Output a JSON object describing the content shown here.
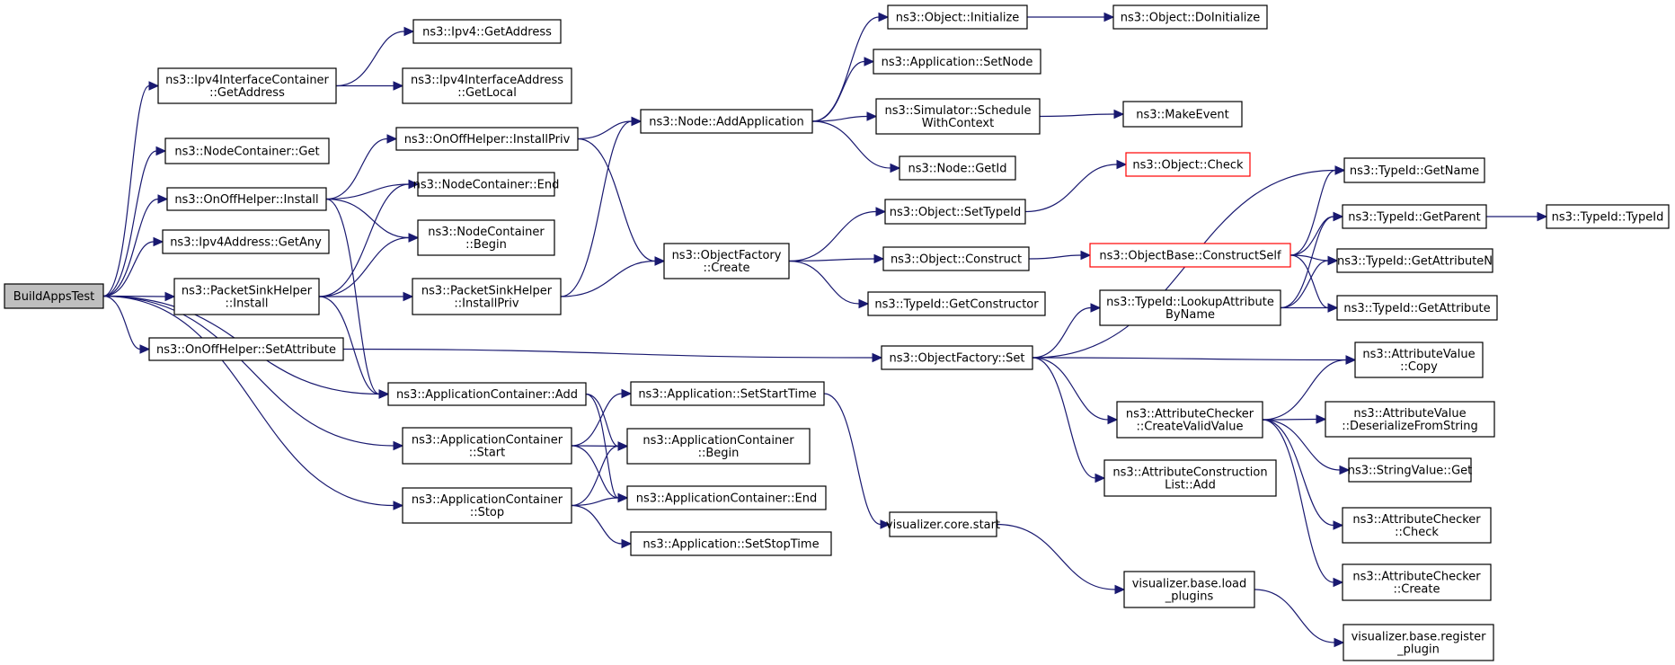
{
  "nodes": [
    {
      "id": "n0",
      "lines": [
        "BuildAppsTest"
      ],
      "style": "root"
    },
    {
      "id": "n1",
      "lines": [
        "ns3::Ipv4InterfaceContainer",
        "::GetAddress"
      ]
    },
    {
      "id": "n2",
      "lines": [
        "ns3::NodeContainer::Get"
      ]
    },
    {
      "id": "n3",
      "lines": [
        "ns3::OnOffHelper::Install"
      ]
    },
    {
      "id": "n4",
      "lines": [
        "ns3::Ipv4Address::GetAny"
      ]
    },
    {
      "id": "n5",
      "lines": [
        "ns3::PacketSinkHelper",
        "::Install"
      ]
    },
    {
      "id": "n6",
      "lines": [
        "ns3::OnOffHelper::SetAttribute"
      ]
    },
    {
      "id": "n7",
      "lines": [
        "ns3::ApplicationContainer::Add"
      ]
    },
    {
      "id": "n8",
      "lines": [
        "ns3::ApplicationContainer",
        "::Start"
      ]
    },
    {
      "id": "n9",
      "lines": [
        "ns3::ApplicationContainer",
        "::Stop"
      ]
    },
    {
      "id": "n10",
      "lines": [
        "ns3::Ipv4::GetAddress"
      ]
    },
    {
      "id": "n11",
      "lines": [
        "ns3::Ipv4InterfaceAddress",
        "::GetLocal"
      ]
    },
    {
      "id": "n12",
      "lines": [
        "ns3::OnOffHelper::InstallPriv"
      ]
    },
    {
      "id": "n13",
      "lines": [
        "ns3::NodeContainer::End"
      ]
    },
    {
      "id": "n14",
      "lines": [
        "ns3::NodeContainer",
        "::Begin"
      ]
    },
    {
      "id": "n15",
      "lines": [
        "ns3::PacketSinkHelper",
        "::InstallPriv"
      ]
    },
    {
      "id": "n16",
      "lines": [
        "ns3::Application::SetStartTime"
      ]
    },
    {
      "id": "n17",
      "lines": [
        "ns3::ApplicationContainer",
        "::Begin"
      ]
    },
    {
      "id": "n18",
      "lines": [
        "ns3::ApplicationContainer::End"
      ]
    },
    {
      "id": "n19",
      "lines": [
        "ns3::Application::SetStopTime"
      ]
    },
    {
      "id": "n20",
      "lines": [
        "ns3::Node::AddApplication"
      ]
    },
    {
      "id": "n21",
      "lines": [
        "ns3::ObjectFactory",
        "::Create"
      ]
    },
    {
      "id": "n22",
      "lines": [
        "ns3::Object::Initialize"
      ]
    },
    {
      "id": "n23",
      "lines": [
        "ns3::Application::SetNode"
      ]
    },
    {
      "id": "n24",
      "lines": [
        "ns3::Simulator::Schedule",
        "WithContext"
      ]
    },
    {
      "id": "n25",
      "lines": [
        "ns3::Node::GetId"
      ]
    },
    {
      "id": "n26",
      "lines": [
        "ns3::Object::SetTypeId"
      ]
    },
    {
      "id": "n27",
      "lines": [
        "ns3::Object::Construct"
      ]
    },
    {
      "id": "n28",
      "lines": [
        "ns3::TypeId::GetConstructor"
      ]
    },
    {
      "id": "n29",
      "lines": [
        "ns3::ObjectFactory::Set"
      ]
    },
    {
      "id": "n30",
      "lines": [
        "visualizer.core.start"
      ]
    },
    {
      "id": "n31",
      "lines": [
        "ns3::Object::DoInitialize"
      ]
    },
    {
      "id": "n32",
      "lines": [
        "ns3::MakeEvent"
      ]
    },
    {
      "id": "n33",
      "lines": [
        "ns3::Object::Check"
      ],
      "style": "red"
    },
    {
      "id": "n34",
      "lines": [
        "ns3::ObjectBase::ConstructSelf"
      ],
      "style": "red"
    },
    {
      "id": "n35",
      "lines": [
        "ns3::TypeId::LookupAttribute",
        "ByName"
      ]
    },
    {
      "id": "n36",
      "lines": [
        "ns3::AttributeChecker",
        "::CreateValidValue"
      ]
    },
    {
      "id": "n37",
      "lines": [
        "ns3::AttributeConstruction",
        "List::Add"
      ]
    },
    {
      "id": "n38",
      "lines": [
        "visualizer.base.load",
        "_plugins"
      ]
    },
    {
      "id": "n39",
      "lines": [
        "ns3::TypeId::GetName"
      ]
    },
    {
      "id": "n40",
      "lines": [
        "ns3::TypeId::GetParent"
      ]
    },
    {
      "id": "n41",
      "lines": [
        "ns3::TypeId::GetAttributeN"
      ]
    },
    {
      "id": "n42",
      "lines": [
        "ns3::TypeId::GetAttribute"
      ]
    },
    {
      "id": "n43",
      "lines": [
        "ns3::AttributeValue",
        "::Copy"
      ]
    },
    {
      "id": "n44",
      "lines": [
        "ns3::AttributeValue",
        "::DeserializeFromString"
      ]
    },
    {
      "id": "n45",
      "lines": [
        "ns3::StringValue::Get"
      ]
    },
    {
      "id": "n46",
      "lines": [
        "ns3::AttributeChecker",
        "::Check"
      ]
    },
    {
      "id": "n47",
      "lines": [
        "ns3::AttributeChecker",
        "::Create"
      ]
    },
    {
      "id": "n48",
      "lines": [
        "visualizer.base.register",
        "_plugin"
      ]
    },
    {
      "id": "n49",
      "lines": [
        "ns3::TypeId::TypeId"
      ]
    }
  ],
  "edges": [
    [
      "n0",
      "n1"
    ],
    [
      "n0",
      "n2"
    ],
    [
      "n0",
      "n3"
    ],
    [
      "n0",
      "n4"
    ],
    [
      "n0",
      "n5"
    ],
    [
      "n0",
      "n6"
    ],
    [
      "n0",
      "n7"
    ],
    [
      "n0",
      "n8"
    ],
    [
      "n0",
      "n9"
    ],
    [
      "n1",
      "n10"
    ],
    [
      "n1",
      "n11"
    ],
    [
      "n3",
      "n12"
    ],
    [
      "n3",
      "n13"
    ],
    [
      "n3",
      "n14"
    ],
    [
      "n3",
      "n7"
    ],
    [
      "n5",
      "n13"
    ],
    [
      "n5",
      "n14"
    ],
    [
      "n5",
      "n15"
    ],
    [
      "n5",
      "n7"
    ],
    [
      "n6",
      "n29"
    ],
    [
      "n7",
      "n17"
    ],
    [
      "n7",
      "n18"
    ],
    [
      "n8",
      "n16"
    ],
    [
      "n8",
      "n17"
    ],
    [
      "n8",
      "n18"
    ],
    [
      "n9",
      "n17"
    ],
    [
      "n9",
      "n18"
    ],
    [
      "n9",
      "n19"
    ],
    [
      "n12",
      "n20"
    ],
    [
      "n12",
      "n21"
    ],
    [
      "n15",
      "n20"
    ],
    [
      "n15",
      "n21"
    ],
    [
      "n16",
      "n30"
    ],
    [
      "n20",
      "n22"
    ],
    [
      "n20",
      "n23"
    ],
    [
      "n20",
      "n24"
    ],
    [
      "n20",
      "n25"
    ],
    [
      "n21",
      "n26"
    ],
    [
      "n21",
      "n27"
    ],
    [
      "n21",
      "n28"
    ],
    [
      "n22",
      "n31"
    ],
    [
      "n24",
      "n32"
    ],
    [
      "n26",
      "n33"
    ],
    [
      "n27",
      "n34"
    ],
    [
      "n29",
      "n39"
    ],
    [
      "n29",
      "n35"
    ],
    [
      "n29",
      "n43"
    ],
    [
      "n29",
      "n36"
    ],
    [
      "n29",
      "n37"
    ],
    [
      "n30",
      "n38"
    ],
    [
      "n34",
      "n39"
    ],
    [
      "n34",
      "n40"
    ],
    [
      "n34",
      "n41"
    ],
    [
      "n34",
      "n42"
    ],
    [
      "n35",
      "n40"
    ],
    [
      "n35",
      "n41"
    ],
    [
      "n35",
      "n42"
    ],
    [
      "n36",
      "n43"
    ],
    [
      "n36",
      "n44"
    ],
    [
      "n36",
      "n45"
    ],
    [
      "n36",
      "n46"
    ],
    [
      "n36",
      "n47"
    ],
    [
      "n38",
      "n48"
    ],
    [
      "n40",
      "n49"
    ]
  ]
}
